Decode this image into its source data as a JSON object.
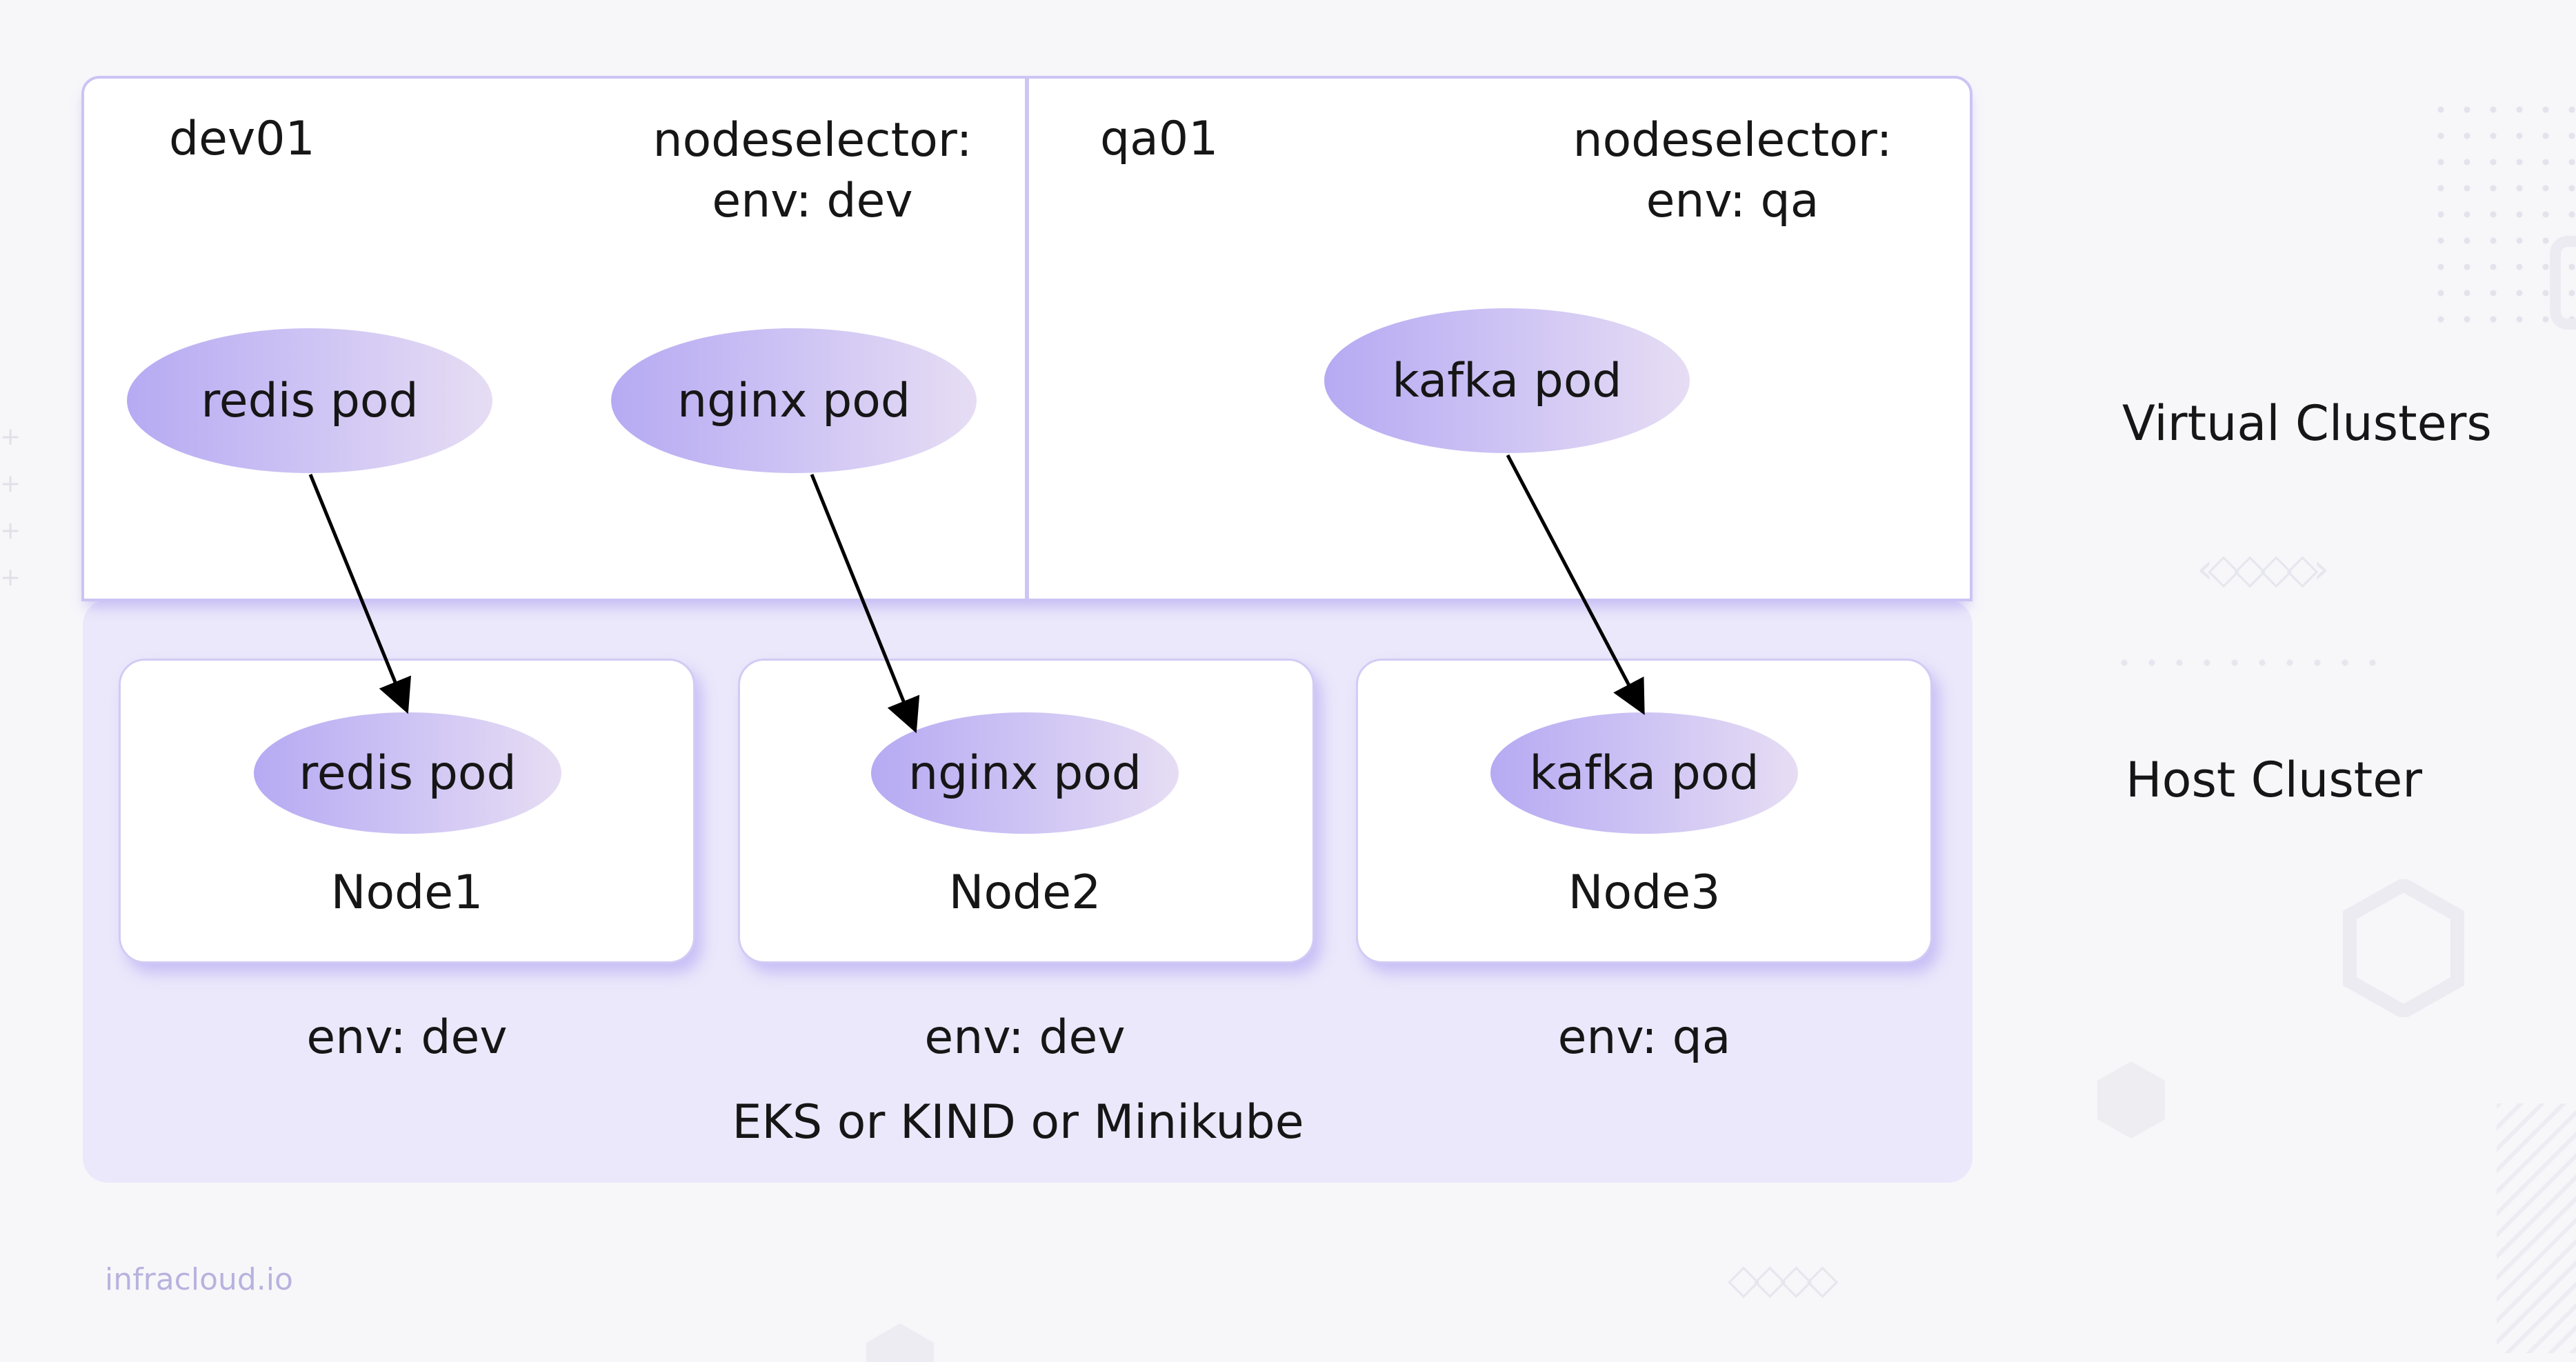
{
  "virtual": {
    "dev": {
      "name": "dev01",
      "selector_label": "nodeselector:",
      "selector_value": "env: dev",
      "pods": [
        "redis pod",
        "nginx pod"
      ]
    },
    "qa": {
      "name": "qa01",
      "selector_label": "nodeselector:",
      "selector_value": "env: qa",
      "pods": [
        "kafka pod"
      ]
    }
  },
  "host": {
    "nodes": [
      {
        "name": "Node1",
        "pod": "redis pod",
        "env": "env: dev"
      },
      {
        "name": "Node2",
        "pod": "nginx pod",
        "env": "env: dev"
      },
      {
        "name": "Node3",
        "pod": "kafka pod",
        "env": "env: qa"
      }
    ],
    "platform": "EKS or KIND or Minikube"
  },
  "legend": {
    "virtual": "Virtual Clusters",
    "host": "Host Cluster"
  },
  "brand": "infracloud.io",
  "colors": {
    "pod_gradient_start": "#b6aaf3",
    "pod_gradient_end": "#e6ddf4",
    "host_panel": "#ebe8fb",
    "border": "#cbc4f4"
  }
}
